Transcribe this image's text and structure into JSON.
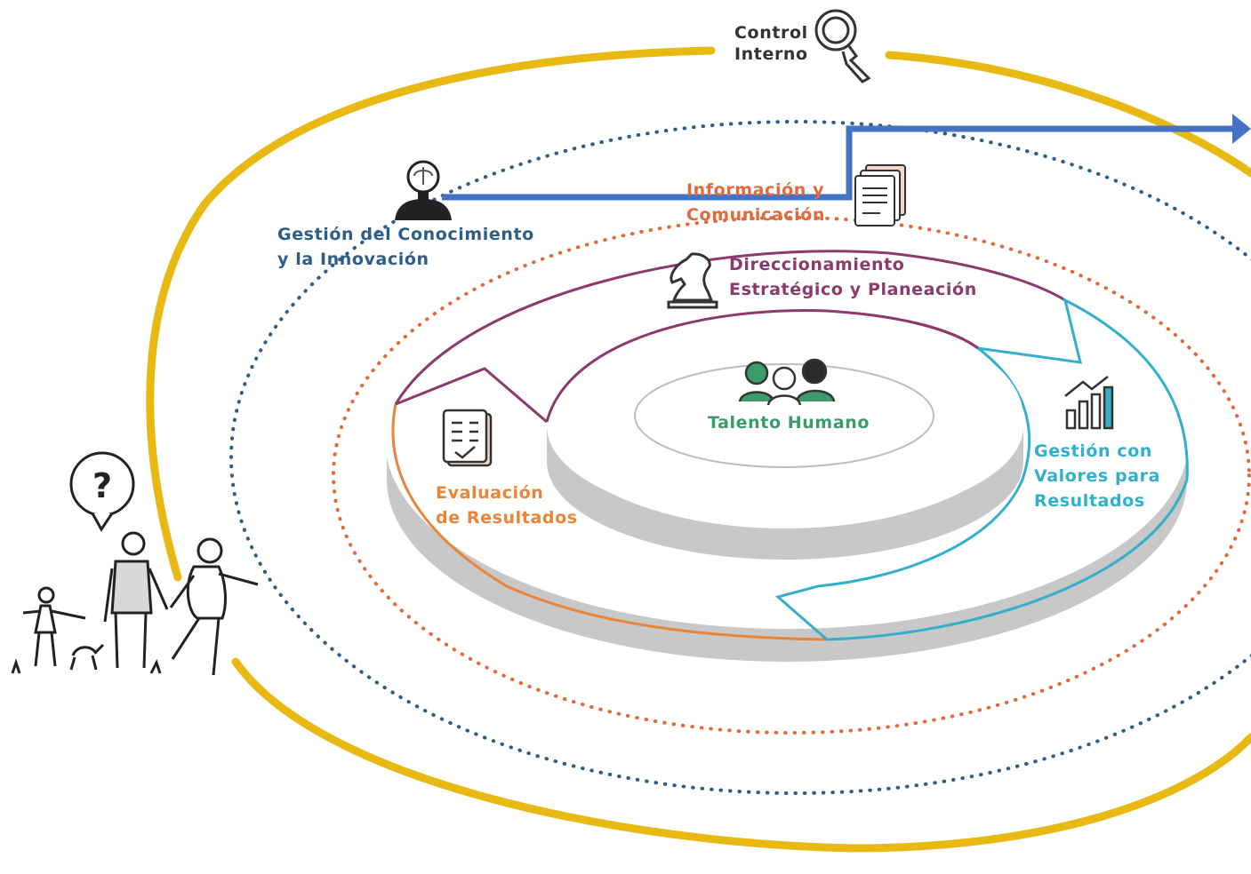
{
  "labels": {
    "control_interno": [
      "Control",
      "Interno"
    ],
    "gestion_conocimiento": [
      "Gestión del Conocimiento",
      "y la Innovación"
    ],
    "informacion_comunicacion": [
      "Información y",
      "Comunicación"
    ],
    "direccionamiento": [
      "Direccionamiento",
      "Estratégico y Planeación"
    ],
    "talento_humano": "Talento Humano",
    "gestion_valores": [
      "Gestión con",
      "Valores para",
      "Resultados"
    ],
    "evaluacion": [
      "Evaluación",
      "de Resultados"
    ],
    "question_mark": "?"
  },
  "colors": {
    "control_interno": "#E8B913",
    "gestion_conocimiento": "#2D5E87",
    "informacion_comunicacion": "#E4693A",
    "direccionamiento": "#8B3A6B",
    "talento_humano": "#3D9A6B",
    "gestion_valores": "#33AFCB",
    "evaluacion": "#E98438",
    "arrow": "#4472C4",
    "ring_side": "#C8C8C8"
  }
}
